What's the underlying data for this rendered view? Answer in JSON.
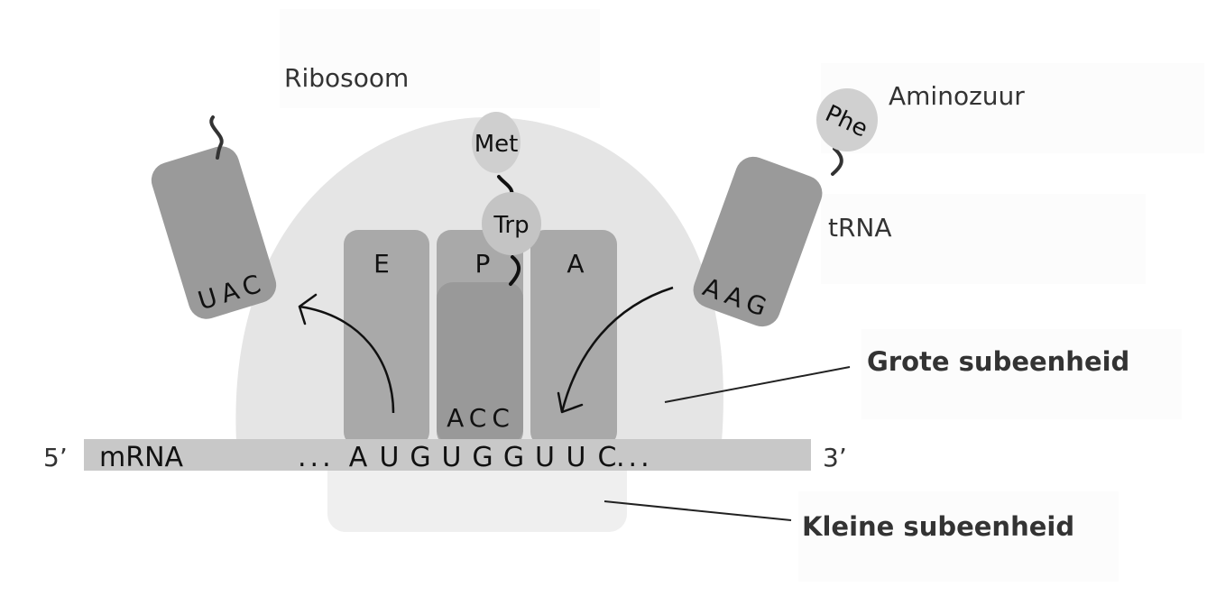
{
  "labels": {
    "ribosome": "Ribosoom",
    "amino_acid": "Aminozuur",
    "trna": "tRNA",
    "large_subunit": "Grote subeenheid",
    "small_subunit": "Kleine subeenheid",
    "five_prime": "5’",
    "three_prime": "3’",
    "mrna": "mRNA"
  },
  "sites": {
    "e": "E",
    "p": "P",
    "a": "A"
  },
  "amino_acids": {
    "met": "Met",
    "trp": "Trp",
    "phe": "Phe"
  },
  "anticodons": {
    "exiting": "UAC",
    "p_site": "ACC",
    "incoming": "AAG"
  },
  "mrna_sequence": {
    "prefix": "...",
    "codons": [
      "A",
      "U",
      "G",
      "U",
      "G",
      "G",
      "U",
      "U",
      "C"
    ],
    "suffix": "..."
  },
  "colors": {
    "large_subunit": "#e5e5e5",
    "small_subunit": "#efefef",
    "site_box": "#a9a9a9",
    "p_trna": "#999999",
    "free_trna": "#9a9a9a",
    "amino_acid_circle": "#cfcfcf",
    "mrna_strip": "#c8c8c8"
  }
}
